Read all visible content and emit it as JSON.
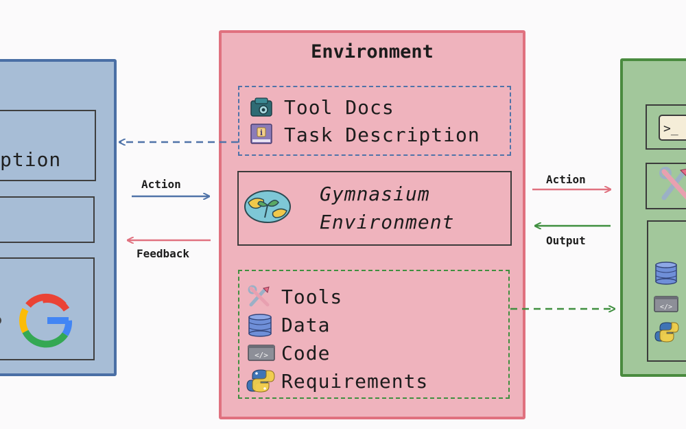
{
  "environment": {
    "title": "Environment",
    "info_items": [
      {
        "label": "Tool Docs",
        "icon": "tool-docs-icon"
      },
      {
        "label": "Task Description",
        "icon": "task-description-icon"
      }
    ],
    "gym": {
      "line1": "Gymnasium",
      "line2": "Environment",
      "icon": "earth-plant-icon"
    },
    "resources": [
      {
        "label": "Tools",
        "icon": "tools-icon"
      },
      {
        "label": "Data",
        "icon": "database-icon"
      },
      {
        "label": "Code",
        "icon": "code-icon"
      },
      {
        "label": "Requirements",
        "icon": "python-icon"
      }
    ]
  },
  "left_panel": {
    "partial_text": "ption",
    "icons": [
      "google-icon"
    ]
  },
  "right_panel": {
    "icons": [
      "terminal-icon",
      "tools-icon",
      "database-icon",
      "code-icon",
      "python-icon"
    ]
  },
  "arrows": {
    "left_action": "Action",
    "left_feedback": "Feedback",
    "right_action": "Action",
    "right_output": "Output"
  },
  "colors": {
    "agent_fill": "#a7bdd6",
    "agent_border": "#4a6fa5",
    "env_fill": "#efb3bd",
    "env_border": "#e0717f",
    "tools_fill": "#a2c79b",
    "tools_border": "#4a8b3f"
  }
}
